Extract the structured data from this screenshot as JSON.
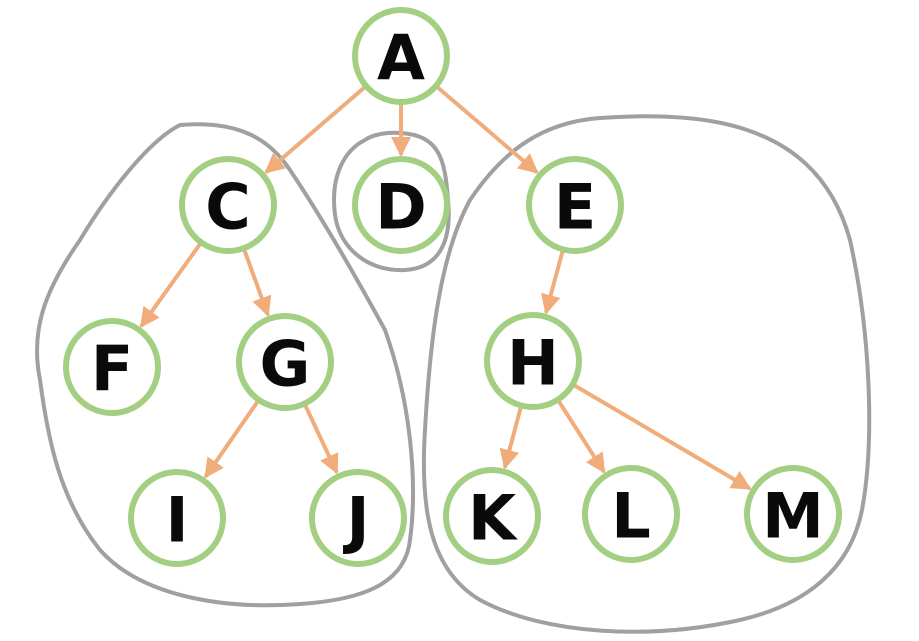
{
  "diagram": {
    "nodes": [
      {
        "id": "A",
        "label": "A"
      },
      {
        "id": "C",
        "label": "C"
      },
      {
        "id": "D",
        "label": "D"
      },
      {
        "id": "E",
        "label": "E"
      },
      {
        "id": "F",
        "label": "F"
      },
      {
        "id": "G",
        "label": "G"
      },
      {
        "id": "H",
        "label": "H"
      },
      {
        "id": "I",
        "label": "I"
      },
      {
        "id": "J",
        "label": "J"
      },
      {
        "id": "K",
        "label": "K"
      },
      {
        "id": "L",
        "label": "L"
      },
      {
        "id": "M",
        "label": "M"
      }
    ],
    "edges": [
      {
        "from": "A",
        "to": "C"
      },
      {
        "from": "A",
        "to": "D"
      },
      {
        "from": "A",
        "to": "E"
      },
      {
        "from": "C",
        "to": "F"
      },
      {
        "from": "C",
        "to": "G"
      },
      {
        "from": "G",
        "to": "I"
      },
      {
        "from": "G",
        "to": "J"
      },
      {
        "from": "E",
        "to": "H"
      },
      {
        "from": "H",
        "to": "K"
      },
      {
        "from": "H",
        "to": "L"
      },
      {
        "from": "H",
        "to": "M"
      }
    ],
    "groups": [
      {
        "id": "left",
        "members": [
          "C",
          "F",
          "G",
          "I",
          "J"
        ]
      },
      {
        "id": "middle",
        "members": [
          "D"
        ]
      },
      {
        "id": "right",
        "members": [
          "E",
          "H",
          "K",
          "L",
          "M"
        ]
      }
    ],
    "colors": {
      "node_stroke": "#a3cf83",
      "edge": "#f0ad7b",
      "group_outline": "#a0a0a0",
      "label": "#0a0a0a"
    }
  }
}
